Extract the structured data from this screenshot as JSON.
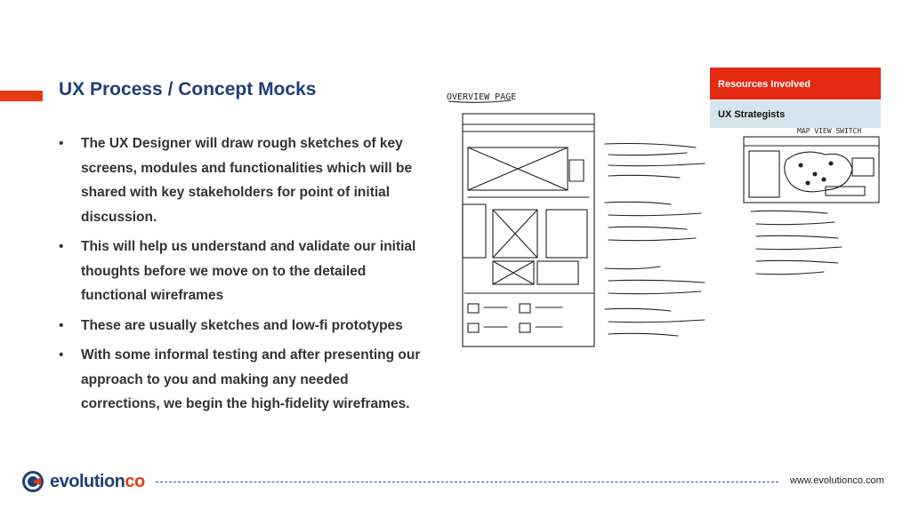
{
  "title": "UX Process / Concept Mocks",
  "bullets": [
    "The UX Designer will draw rough sketches of key screens, modules and functionalities which will be shared with key stakeholders for point of initial discussion.",
    "This will help us understand and validate our initial thoughts before we move on to the detailed functional wireframes",
    "These are usually sketches and low-fi prototypes",
    "With some informal testing and after presenting our approach to you and making any needed corrections, we begin the high-fidelity wireframes."
  ],
  "bullet_char": "•",
  "resources": {
    "header": "Resources Involved",
    "items": [
      "UX Strategists"
    ]
  },
  "sketches": {
    "overview_label": "OVERVIEW PAGE",
    "map_label": "MAP VIEW SWITCH"
  },
  "footer": {
    "brand_main": "evolution",
    "brand_accent": "co",
    "url": "www.evolutionco.com"
  },
  "colors": {
    "accent_red": "#e43d12",
    "title_blue": "#1f3f7a",
    "resource_header": "#e52a14",
    "resource_item": "#d6e5ec"
  }
}
